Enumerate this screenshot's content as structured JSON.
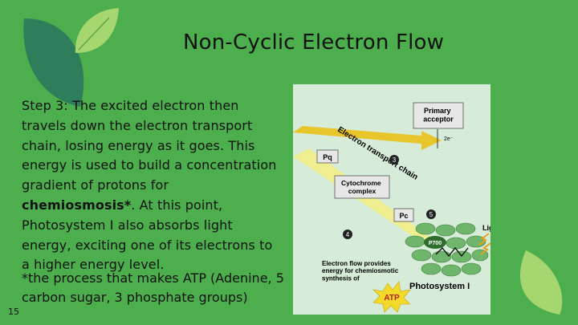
{
  "slide": {
    "title": "Non-Cyclic Electron Flow",
    "body_prefix": "Step 3: The excited electron then travels down the electron transport chain, losing energy as it goes. This energy is used to build a concentration gradient of protons for ",
    "body_bold": "chemiosmosis*",
    "body_suffix": ". At this point, Photosystem I also absorbs light energy, exciting one of its electrons to a higher energy level.",
    "footnote": "*the process that makes ATP (Adenine, 5 carbon sugar, 3 phosphate groups)",
    "slide_number": "15"
  },
  "colors": {
    "background": "#4cae4c",
    "leaf_dark": "#2e7d5b",
    "leaf_light": "#a5d66f",
    "figure_bg": "#d6ecd8"
  },
  "diagram": {
    "primary_acceptor": "Primary acceptor",
    "electron_2e": "2e⁻",
    "etc_label": "Electron transport chain",
    "pq": "Pq",
    "cytochrome": "Cytochrome complex",
    "pc": "Pc",
    "step3": "3",
    "step4": "4",
    "step5": "5",
    "p700": "P700",
    "light": "Light",
    "flow_caption": "Electron flow provides energy for chemiosmotic synthesis of",
    "atp": "ATP",
    "photosystem": "Photosystem I"
  }
}
